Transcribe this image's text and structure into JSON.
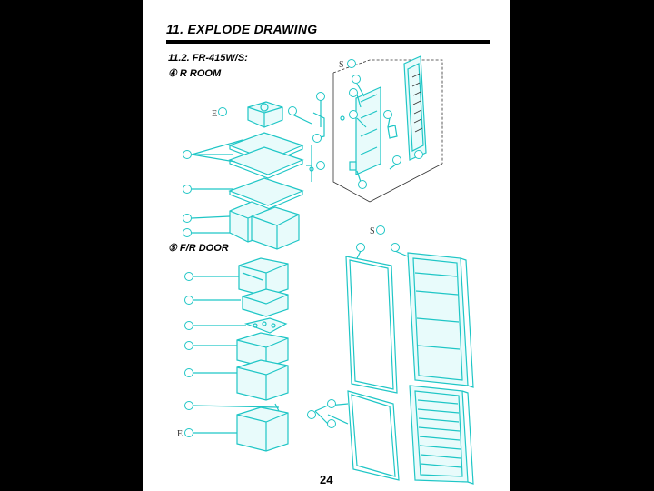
{
  "header": {
    "title": "11. EXPLODE DRAWING",
    "model": "11.2. FR-415W/S:"
  },
  "sections": {
    "r_room": "④ R ROOM",
    "fr_door": "⑤ F/R DOOR"
  },
  "markers": {
    "s_top": "S",
    "e_top": "E",
    "s_mid": "S",
    "e_bottom": "E"
  },
  "page_number": "24"
}
